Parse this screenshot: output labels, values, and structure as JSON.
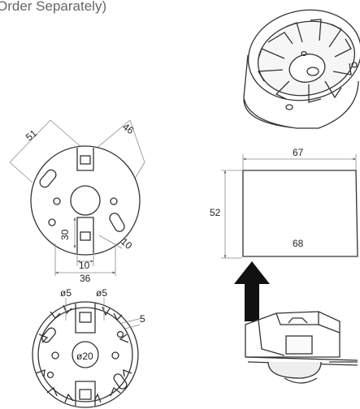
{
  "header": {
    "title_fragment": "Order Separately)"
  },
  "top_view": {
    "dims": {
      "angle_left": "51",
      "angle_right": "46",
      "slot_height": "30",
      "slot_small": "10",
      "inner_width": "10",
      "total_width": "36"
    }
  },
  "bottom_view": {
    "dims": {
      "hole_left": "ø5",
      "hole_right": "ø5",
      "gap": "5",
      "center_hole": "ø20"
    }
  },
  "side_view": {
    "dims": {
      "top_width": "67",
      "height": "52",
      "bottom_width": "68"
    }
  },
  "colors": {
    "line": "#333333",
    "dim_line": "#8a8a8a",
    "arrow": "#111111",
    "accent_shade": "#dddddd"
  }
}
